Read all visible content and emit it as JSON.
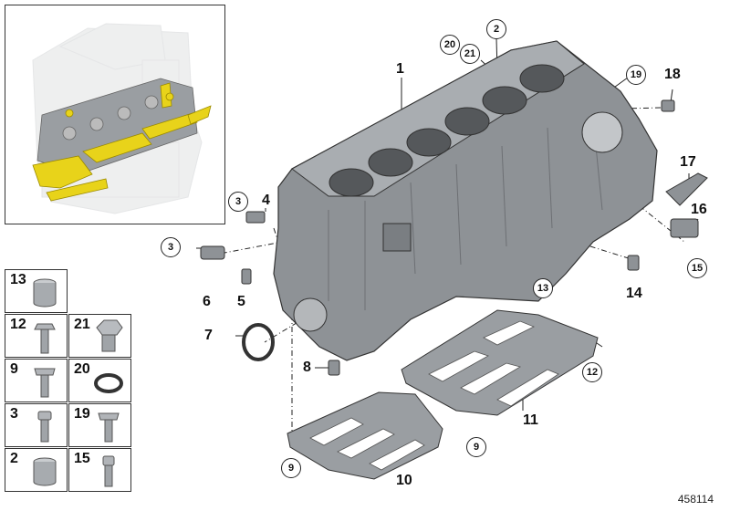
{
  "diagram_id": "458114",
  "inset": {},
  "legend": [
    {
      "num": "13",
      "part": "sleeve"
    },
    {
      "num": "12",
      "part": "bolt"
    },
    {
      "num": "21",
      "part": "plug"
    },
    {
      "num": "9",
      "part": "bolt"
    },
    {
      "num": "20",
      "part": "ring"
    },
    {
      "num": "3",
      "part": "screw"
    },
    {
      "num": "19",
      "part": "bolt"
    },
    {
      "num": "2",
      "part": "sleeve"
    },
    {
      "num": "15",
      "part": "bolt"
    }
  ],
  "callouts": [
    {
      "id": "1",
      "text": "1",
      "circled": false
    },
    {
      "id": "2",
      "text": "2",
      "circled": true
    },
    {
      "id": "20",
      "text": "20",
      "circled": true
    },
    {
      "id": "21",
      "text": "21",
      "circled": true
    },
    {
      "id": "19",
      "text": "19",
      "circled": true
    },
    {
      "id": "18",
      "text": "18",
      "circled": false
    },
    {
      "id": "17",
      "text": "17",
      "circled": false
    },
    {
      "id": "16",
      "text": "16",
      "circled": false
    },
    {
      "id": "15",
      "text": "15",
      "circled": true
    },
    {
      "id": "14",
      "text": "14",
      "circled": false
    },
    {
      "id": "13",
      "text": "13",
      "circled": true
    },
    {
      "id": "12",
      "text": "12",
      "circled": true
    },
    {
      "id": "11",
      "text": "11",
      "circled": false
    },
    {
      "id": "10",
      "text": "10",
      "circled": false
    },
    {
      "id": "9a",
      "text": "9",
      "circled": true
    },
    {
      "id": "9b",
      "text": "9",
      "circled": true
    },
    {
      "id": "8",
      "text": "8",
      "circled": false
    },
    {
      "id": "7",
      "text": "7",
      "circled": false
    },
    {
      "id": "6",
      "text": "6",
      "circled": false
    },
    {
      "id": "5",
      "text": "5",
      "circled": false
    },
    {
      "id": "4",
      "text": "4",
      "circled": false
    },
    {
      "id": "3a",
      "text": "3",
      "circled": true
    },
    {
      "id": "3b",
      "text": "3",
      "circled": true
    }
  ],
  "colors": {
    "highlight": "#e8d31a",
    "part_gray": "#8e9296",
    "outline": "#333333"
  }
}
